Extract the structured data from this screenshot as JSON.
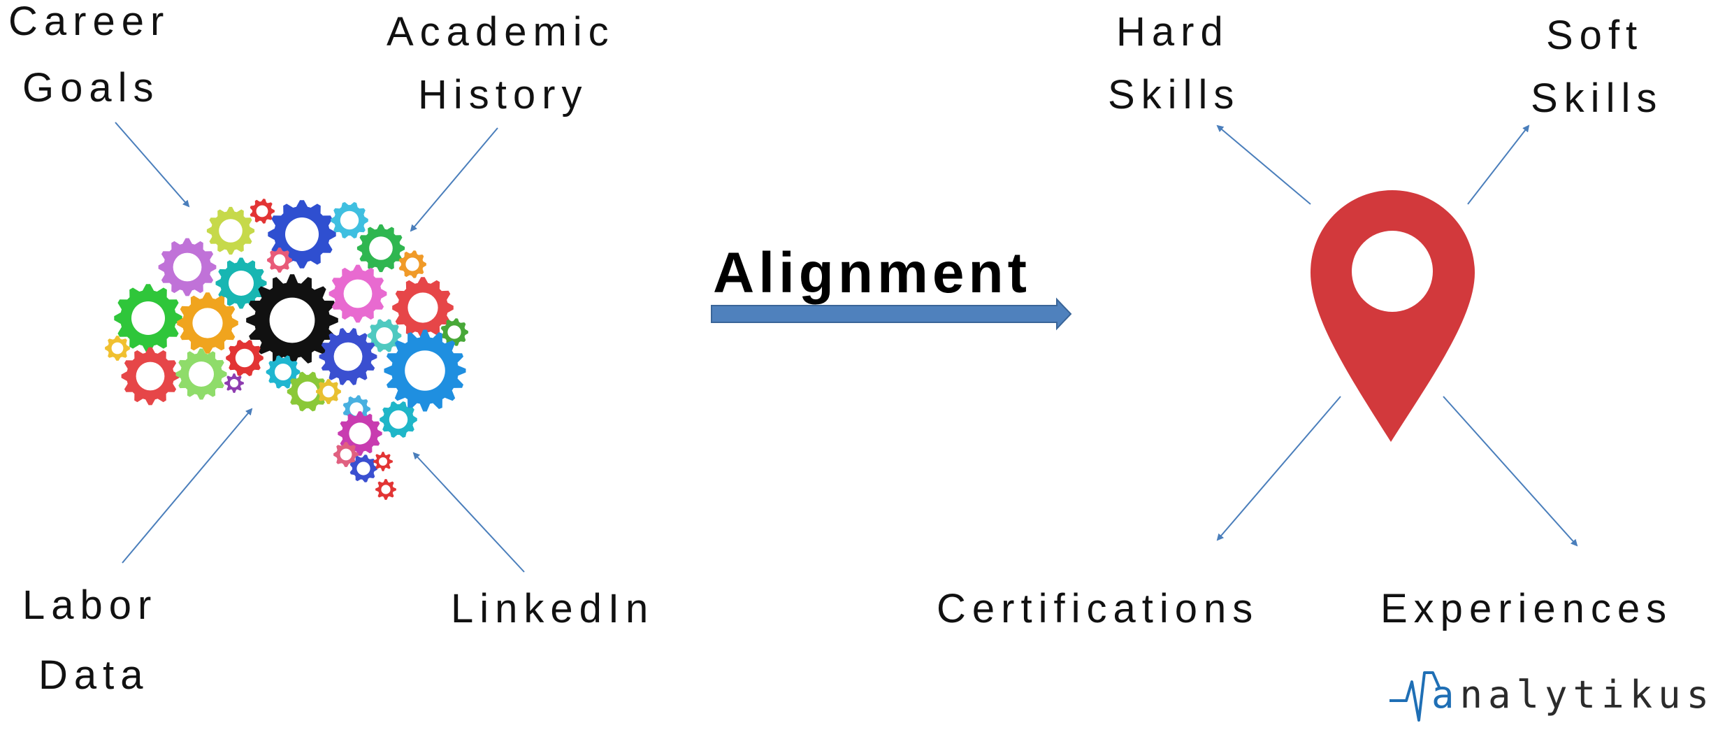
{
  "diagram": {
    "title": "Alignment",
    "inputs": {
      "career_goals": [
        "Career",
        "Goals"
      ],
      "academic_history": [
        "Academic",
        "History"
      ],
      "labor_data": [
        "Labor",
        "Data"
      ],
      "linkedin": [
        "LinkedIn"
      ]
    },
    "outputs": {
      "hard_skills": [
        "Hard",
        "Skills"
      ],
      "soft_skills": [
        "Soft",
        "Skills"
      ],
      "certifications": [
        "Certifications"
      ],
      "experiences": [
        "Experiences"
      ]
    },
    "left_graphic": "gear-brain-icon",
    "right_graphic": "map-pin-icon",
    "arrow_color": "#4a7ebb",
    "pin_color": "#d2393c"
  },
  "logo": {
    "first_letter": "a",
    "rest": "nalytikus",
    "accent_color": "#1f6fb5"
  }
}
